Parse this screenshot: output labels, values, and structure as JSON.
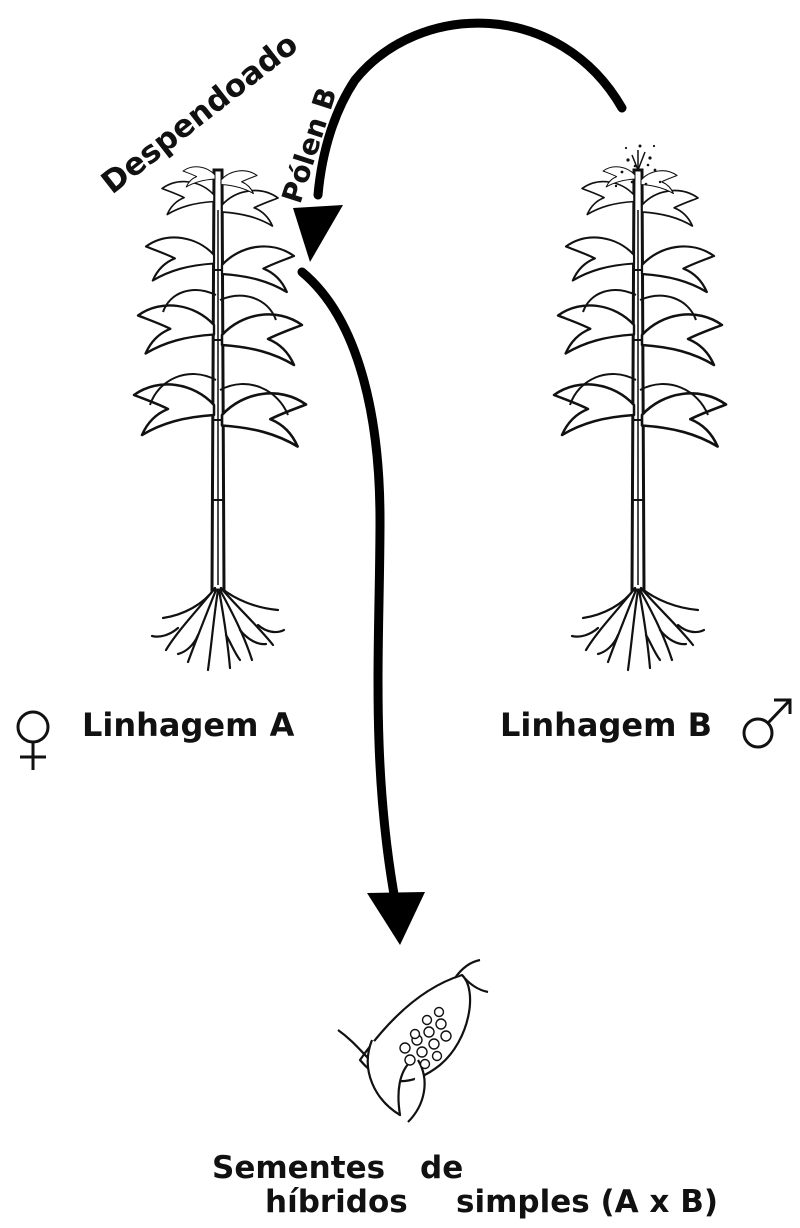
{
  "labels": {
    "detasseled": "Despendoado",
    "pollen": "Pólen B",
    "line_a": "Linhagem A",
    "line_b": "Linhagem B",
    "seeds_line1_word1": "Sementes",
    "seeds_line1_word2": "de",
    "seeds_line2_word1": "híbridos",
    "seeds_line2_word2": "simples (A x B)"
  },
  "symbols": {
    "female": "female-symbol",
    "male": "male-symbol"
  }
}
